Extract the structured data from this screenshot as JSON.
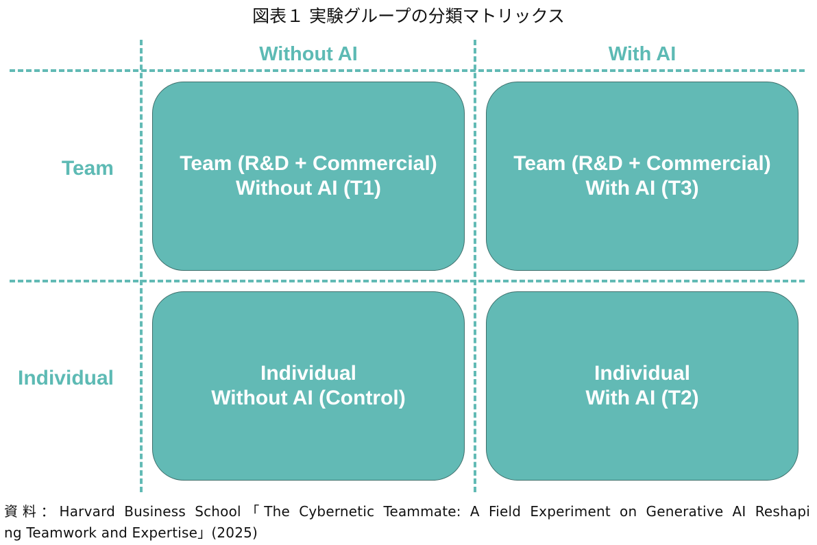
{
  "title": "図表１ 実験グループの分類マトリックス",
  "columns": [
    "Without AI",
    "With AI"
  ],
  "rows": [
    "Team",
    "Individual"
  ],
  "cells": {
    "team_without_ai": [
      "Team (R&D + Commercial)",
      "Without AI (T1)"
    ],
    "team_with_ai": [
      "Team (R&D + Commercial)",
      "With AI (T3)"
    ],
    "individual_without_ai": [
      "Individual",
      "Without AI (Control)"
    ],
    "individual_with_ai": [
      "Individual",
      "With AI (T2)"
    ]
  },
  "source": {
    "line1": "資料：Harvard Business School「The Cybernetic Teammate: A Field Experiment on Generative AI Reshapi",
    "line2": "ng Teamwork and Expertise」(2025)"
  },
  "colors": {
    "accent": "#62bab5",
    "cell_border": "#3d6e6a",
    "cell_text": "#ffffff",
    "caption_text": "#111111"
  }
}
